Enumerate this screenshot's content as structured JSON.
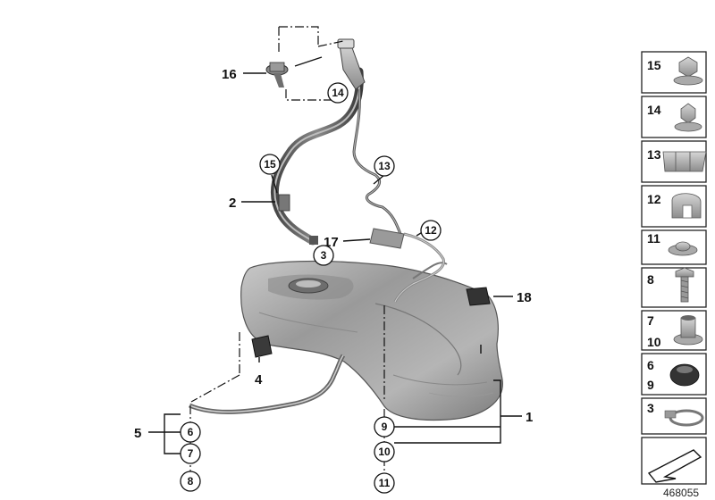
{
  "callouts": {
    "c1": "1",
    "c2": "2",
    "c3": "3",
    "c4": "4",
    "c5": "5",
    "c6": "6",
    "c7": "7",
    "c8": "8",
    "c9": "9",
    "c10": "10",
    "c11": "11",
    "c12": "12",
    "c13": "13",
    "c14": "14",
    "c15": "15",
    "c16": "16",
    "c17": "17",
    "c18": "18"
  },
  "side_panel": {
    "p15": "15",
    "p14": "14",
    "p13": "13",
    "p12": "12",
    "p11": "11",
    "p8": "8",
    "p7": "7",
    "p10": "10",
    "p6": "6",
    "p9": "9",
    "p3": "3"
  },
  "diagram_number": "468055"
}
